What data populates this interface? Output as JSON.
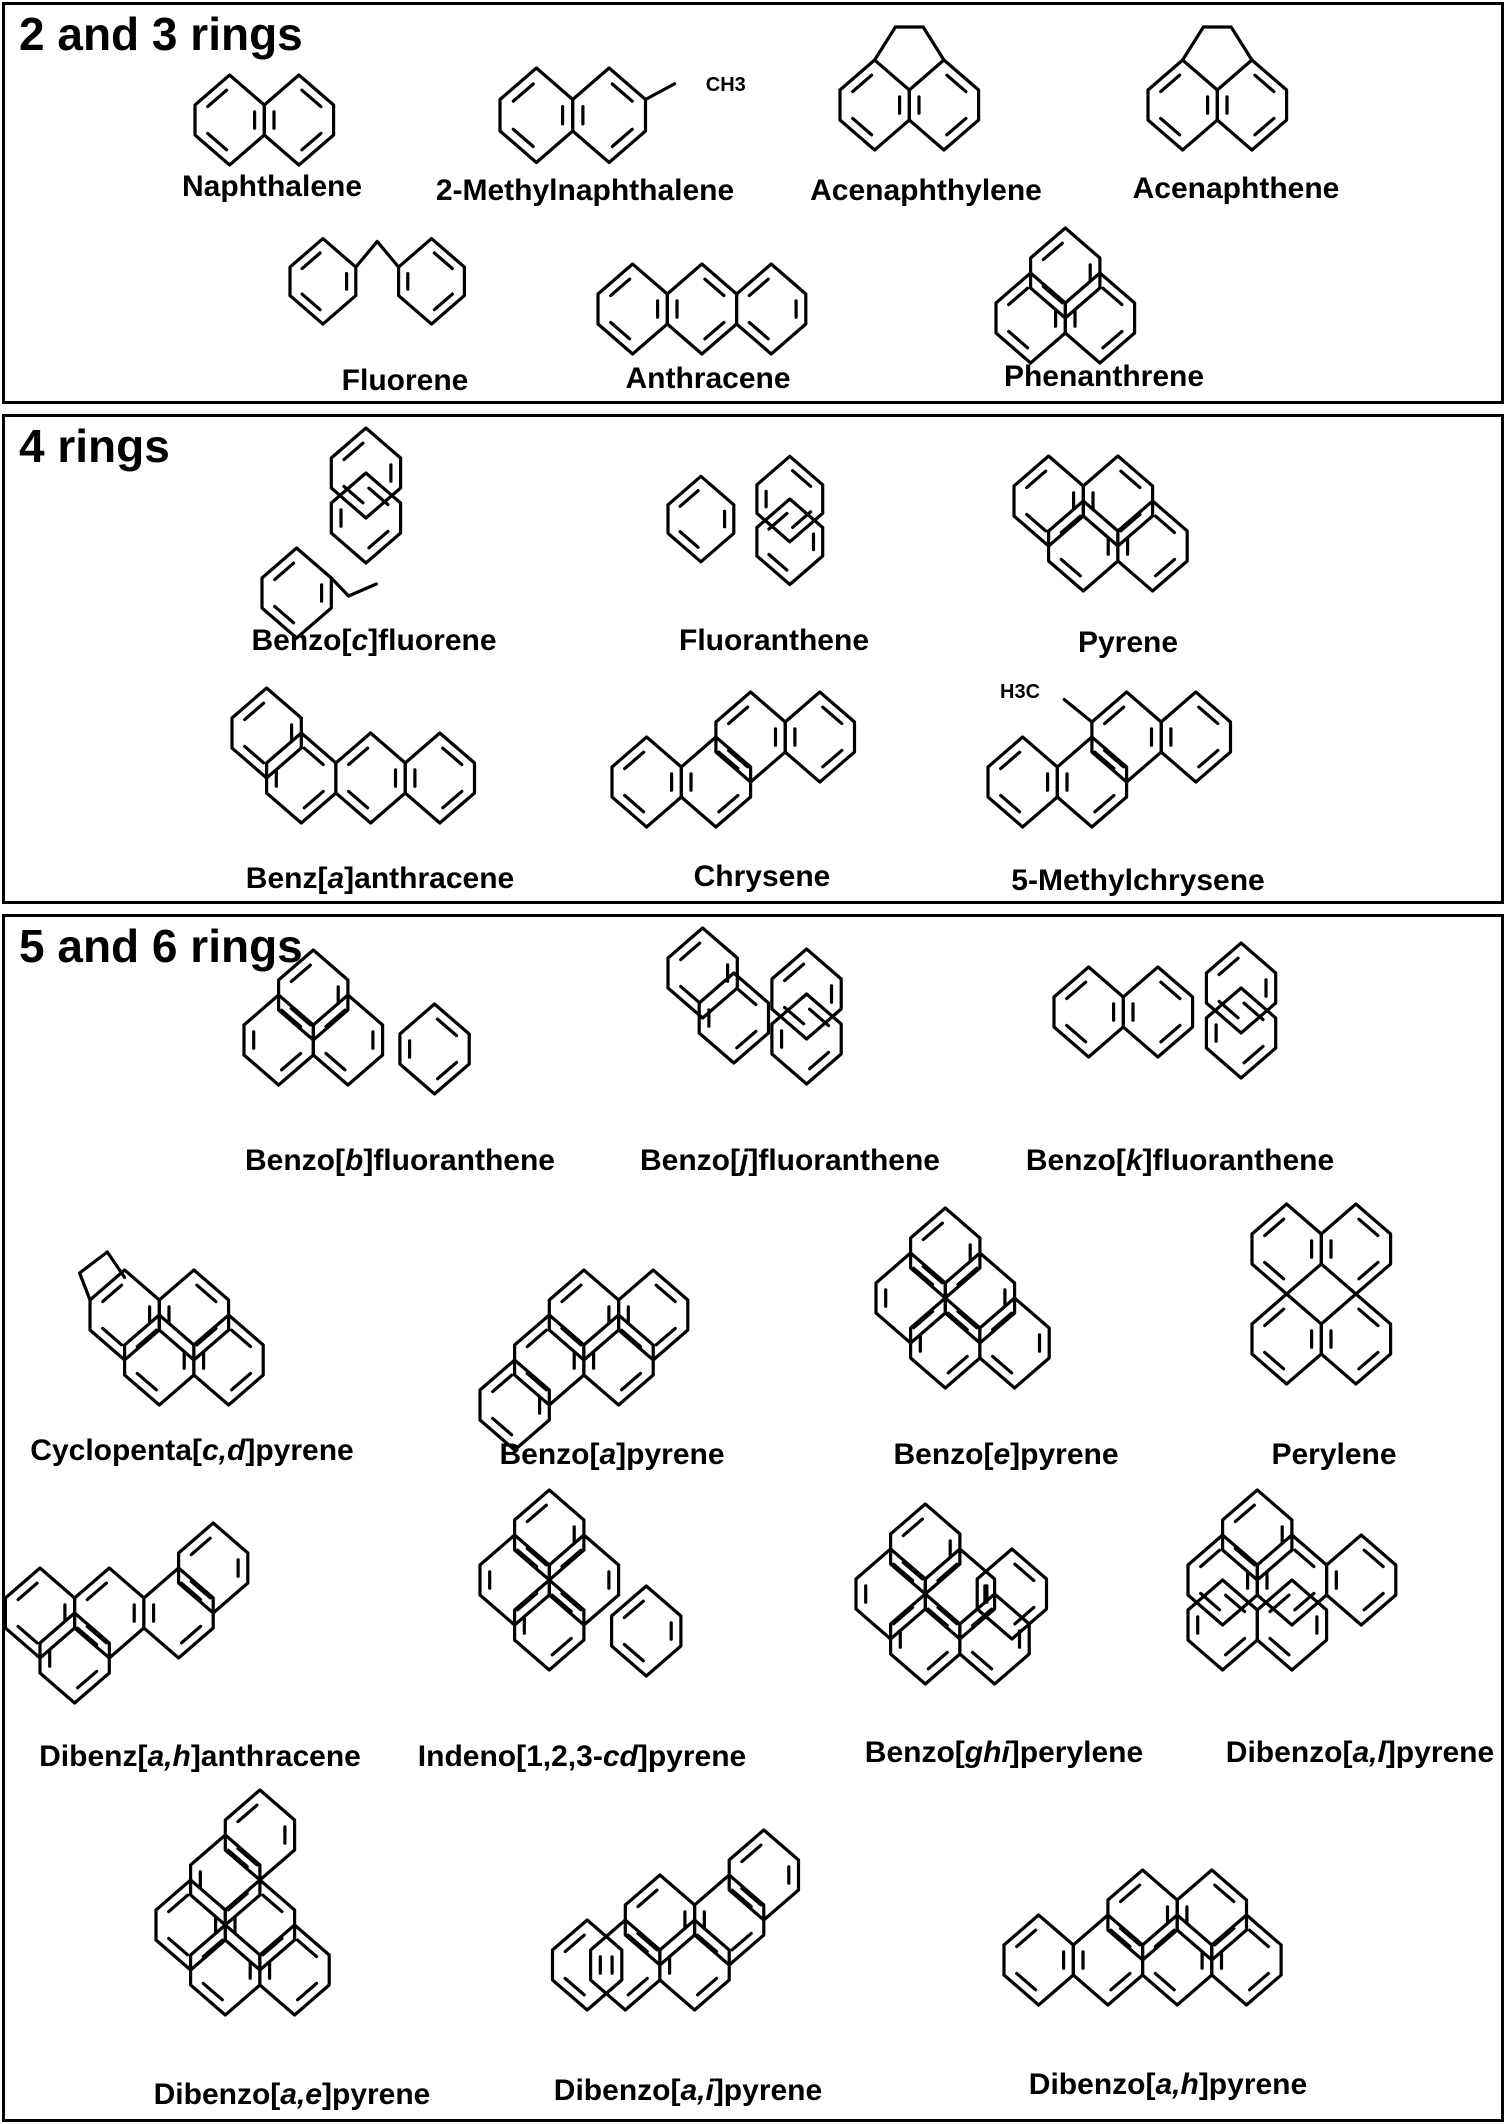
{
  "sections": [
    {
      "title": "2 and 3 rings",
      "compounds": [
        {
          "name": "Naphthalene",
          "parts": [
            {
              "t": "Naphthalene"
            }
          ],
          "substituent": ""
        },
        {
          "name": "2-Methylnaphthalene",
          "parts": [
            {
              "t": "2-Methylnaphthalene"
            }
          ],
          "substituent": "CH3"
        },
        {
          "name": "Acenaphthylene",
          "parts": [
            {
              "t": "Acenaphthylene"
            }
          ],
          "substituent": ""
        },
        {
          "name": "Acenaphthene",
          "parts": [
            {
              "t": "Acenaphthene"
            }
          ],
          "substituent": ""
        },
        {
          "name": "Fluorene",
          "parts": [
            {
              "t": "Fluorene"
            }
          ],
          "substituent": ""
        },
        {
          "name": "Anthracene",
          "parts": [
            {
              "t": "Anthracene"
            }
          ],
          "substituent": ""
        },
        {
          "name": "Phenanthrene",
          "parts": [
            {
              "t": "Phenanthrene"
            }
          ],
          "substituent": ""
        }
      ]
    },
    {
      "title": "4 rings",
      "compounds": [
        {
          "name": "Benzo[c]fluorene",
          "parts": [
            {
              "t": "Benzo["
            },
            {
              "t": "c",
              "i": true
            },
            {
              "t": "]fluorene"
            }
          ],
          "substituent": ""
        },
        {
          "name": "Fluoranthene",
          "parts": [
            {
              "t": "Fluoranthene"
            }
          ],
          "substituent": ""
        },
        {
          "name": "Pyrene",
          "parts": [
            {
              "t": "Pyrene"
            }
          ],
          "substituent": ""
        },
        {
          "name": "Benz[a]anthracene",
          "parts": [
            {
              "t": "Benz["
            },
            {
              "t": "a",
              "i": true
            },
            {
              "t": "]anthracene"
            }
          ],
          "substituent": ""
        },
        {
          "name": "Chrysene",
          "parts": [
            {
              "t": "Chrysene"
            }
          ],
          "substituent": ""
        },
        {
          "name": "5-Methylchrysene",
          "parts": [
            {
              "t": "5-Methylchrysene"
            }
          ],
          "substituent": "H3C"
        }
      ]
    },
    {
      "title": "5 and 6 rings",
      "compounds": [
        {
          "name": "Benzo[b]fluoranthene",
          "parts": [
            {
              "t": "Benzo["
            },
            {
              "t": "b",
              "i": true
            },
            {
              "t": "]fluoranthene"
            }
          ],
          "substituent": ""
        },
        {
          "name": "Benzo[j]fluoranthene",
          "parts": [
            {
              "t": "Benzo["
            },
            {
              "t": "j",
              "i": true
            },
            {
              "t": "]fluoranthene"
            }
          ],
          "substituent": ""
        },
        {
          "name": "Benzo[k]fluoranthene",
          "parts": [
            {
              "t": "Benzo["
            },
            {
              "t": "k",
              "i": true
            },
            {
              "t": "]fluoranthene"
            }
          ],
          "substituent": ""
        },
        {
          "name": "Cyclopenta[c,d]pyrene",
          "parts": [
            {
              "t": "Cyclopenta["
            },
            {
              "t": "c,d",
              "i": true
            },
            {
              "t": "]pyrene"
            }
          ],
          "substituent": ""
        },
        {
          "name": "Benzo[a]pyrene",
          "parts": [
            {
              "t": "Benzo["
            },
            {
              "t": "a",
              "i": true
            },
            {
              "t": "]pyrene"
            }
          ],
          "substituent": ""
        },
        {
          "name": "Benzo[e]pyrene",
          "parts": [
            {
              "t": "Benzo["
            },
            {
              "t": "e",
              "i": true
            },
            {
              "t": "]pyrene"
            }
          ],
          "substituent": ""
        },
        {
          "name": "Perylene",
          "parts": [
            {
              "t": "Perylene"
            }
          ],
          "substituent": ""
        },
        {
          "name": "Dibenz[a,h]anthracene",
          "parts": [
            {
              "t": "Dibenz["
            },
            {
              "t": "a,h",
              "i": true
            },
            {
              "t": "]anthracene"
            }
          ],
          "substituent": ""
        },
        {
          "name": "Indeno[1,2,3-cd]pyrene",
          "parts": [
            {
              "t": "Indeno[1,2,3-"
            },
            {
              "t": "cd",
              "i": true
            },
            {
              "t": "]pyrene"
            }
          ],
          "substituent": ""
        },
        {
          "name": "Benzo[ghi]perylene",
          "parts": [
            {
              "t": "Benzo["
            },
            {
              "t": "ghi",
              "i": true
            },
            {
              "t": "]perylene"
            }
          ],
          "substituent": ""
        },
        {
          "name": "Dibenzo[a,l]pyrene",
          "parts": [
            {
              "t": "Dibenzo["
            },
            {
              "t": "a,l",
              "i": true
            },
            {
              "t": "]pyrene"
            }
          ],
          "substituent": ""
        },
        {
          "name": "Dibenzo[a,e]pyrene",
          "parts": [
            {
              "t": "Dibenzo["
            },
            {
              "t": "a,e",
              "i": true
            },
            {
              "t": "]pyrene"
            }
          ],
          "substituent": ""
        },
        {
          "name": "Dibenzo[a,i]pyrene",
          "parts": [
            {
              "t": "Dibenzo["
            },
            {
              "t": "a,i",
              "i": true
            },
            {
              "t": "]pyrene"
            }
          ],
          "substituent": ""
        },
        {
          "name": "Dibenzo[a,h]pyrene",
          "parts": [
            {
              "t": "Dibenzo["
            },
            {
              "t": "a,h",
              "i": true
            },
            {
              "t": "]pyrene"
            }
          ],
          "substituent": ""
        }
      ]
    }
  ]
}
